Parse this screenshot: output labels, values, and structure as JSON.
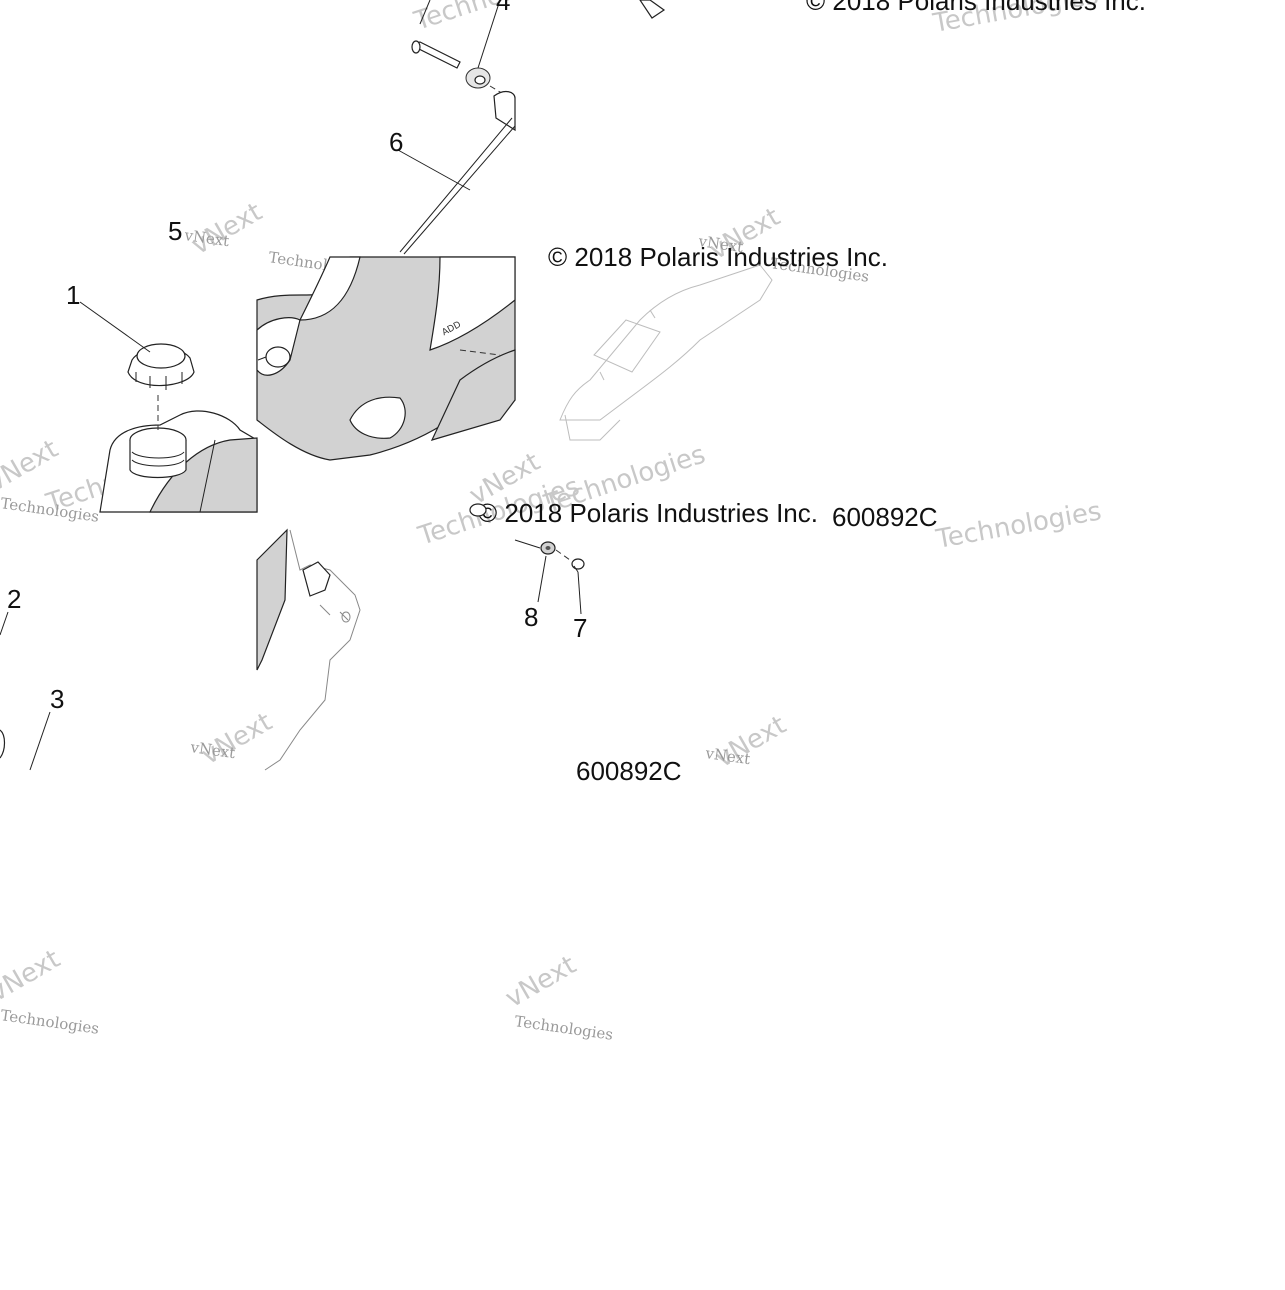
{
  "diagram": {
    "callouts": [
      "1",
      "2",
      "3",
      "4",
      "5",
      "6",
      "7",
      "8"
    ],
    "copyright": "© 2018 Polaris Industries Inc.",
    "drawing_number": "600892C",
    "watermark_primary": "vNext",
    "watermark_secondary": "Technologies",
    "tank_label": "ADD",
    "colors": {
      "shade": "#d2d2d2",
      "line": "#222222",
      "watermark": "#c8c8c8"
    }
  }
}
